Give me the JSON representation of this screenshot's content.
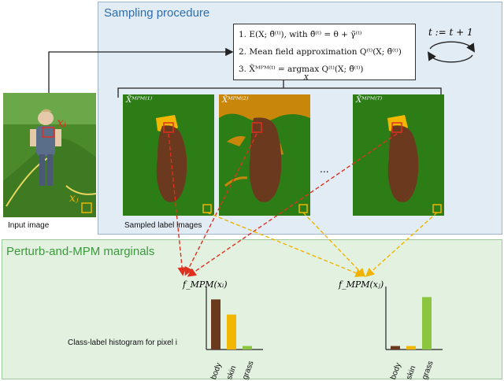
{
  "sampling": {
    "title": "Sampling procedure",
    "steps": [
      "1.  E(X; θ̃⁽ᵗ⁾), with θ̃⁽ᵗ⁾ = θ + γ̃⁽ᵗ⁾",
      "2.  Mean field approximation  Q⁽ᵗ⁾(X; θ̃⁽ᵗ⁾)",
      "3.  X̃ᴹᴾᴹ⁽ᵗ⁾ = argmax Q⁽ᵗ⁾(X; θ̃⁽ᵗ⁾)"
    ],
    "argmax_sub": "X",
    "loop_label": "t := t + 1",
    "samples": [
      {
        "label": "X̃ᴹᴾᴹ⁽¹⁾"
      },
      {
        "label": "X̃ᴹᴾᴹ⁽²⁾"
      },
      {
        "label": "X̃ᴹᴾᴹ⁽ᵀ⁾"
      }
    ],
    "ellipsis": "...",
    "sampled_caption": "Sampled label images"
  },
  "input": {
    "caption": "Input image",
    "xi_label": "xᵢ",
    "xj_label": "xⱼ"
  },
  "marginals": {
    "title": "Perturb-and-MPM marginals",
    "hist_caption": "Class-label histogram for pixel i",
    "histograms": [
      {
        "label": "f_MPM(xᵢ)",
        "values": [
          0.86,
          0.6,
          0.06
        ]
      },
      {
        "label": "f_MPM(xⱼ)",
        "values": [
          0.06,
          0.06,
          0.9
        ]
      }
    ],
    "categories": [
      "body",
      "skin",
      "grass"
    ]
  },
  "colors": {
    "body": "#6b3a1e",
    "skin": "#f2b700",
    "grass": "#8cc63f",
    "label_green": "#2c7d16",
    "arrow_red": "#e03020",
    "arrow_yellow": "#f0b400",
    "top_panel": "#e2ecf5",
    "bottom_panel": "#e2f1e0"
  }
}
